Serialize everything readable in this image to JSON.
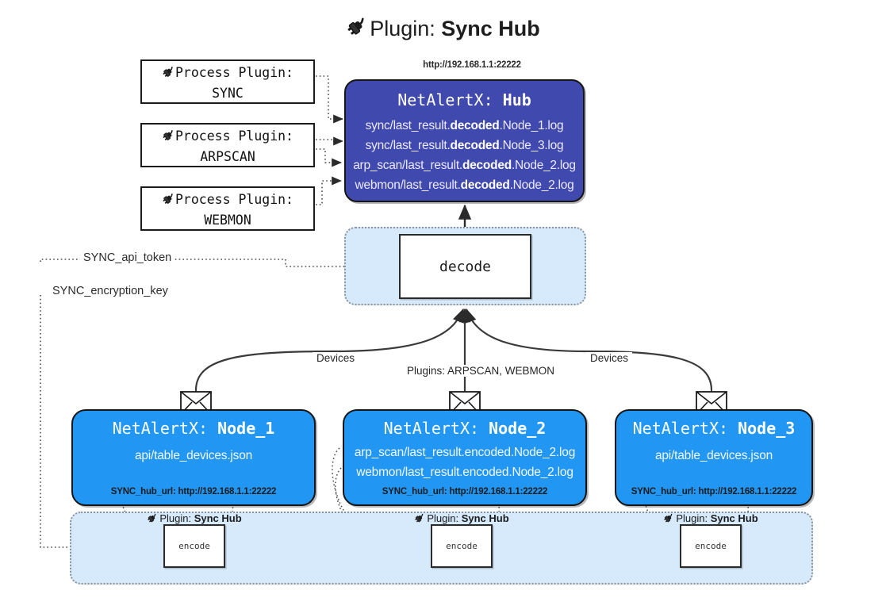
{
  "title": {
    "icon": "plug-icon",
    "prefix": "Plugin: ",
    "name": "Sync Hub"
  },
  "process_plugins": [
    {
      "icon": "plug-icon",
      "label": "Process Plugin:",
      "name": "SYNC"
    },
    {
      "icon": "plug-icon",
      "label": "Process Plugin:",
      "name": "ARPSCAN"
    },
    {
      "icon": "plug-icon",
      "label": "Process Plugin:",
      "name": "WEBMON"
    }
  ],
  "hub": {
    "url": "http://192.168.1.1:22222",
    "title_prefix": "NetAlertX: ",
    "title_name": "Hub",
    "color": "#4049ad",
    "lines": [
      {
        "pre": "sync/last_result.",
        "strong": "decoded",
        "post": ".Node_1.log"
      },
      {
        "pre": "sync/last_result.",
        "strong": "decoded",
        "post": ".Node_3.log"
      },
      {
        "pre": "arp_scan/last_result.",
        "strong": "decoded",
        "post": ".Node_2.log"
      },
      {
        "pre": "webmon/last_result.",
        "strong": "decoded",
        "post": ".Node_2.log"
      }
    ]
  },
  "decode": {
    "label": "decode",
    "cluster_color": "#d6eafb"
  },
  "secrets": {
    "api_token": "SYNC_api_token",
    "encryption_key": "SYNC_encryption_key"
  },
  "edge_labels": {
    "devices_left": "Devices",
    "devices_right": "Devices",
    "plugins_mid": "Plugins: ARPSCAN, WEBMON"
  },
  "nodes": [
    {
      "title_prefix": "NetAlertX: ",
      "title_name": "Node_1",
      "icon": "envelope-icon",
      "color": "#2196f3",
      "lines": [
        "api/table_devices.json"
      ],
      "footer": "SYNC_hub_url: http://192.168.1.1:22222"
    },
    {
      "title_prefix": "NetAlertX: ",
      "title_name": "Node_2",
      "icon": "envelope-icon",
      "color": "#2196f3",
      "lines": [
        "arp_scan/last_result.encoded.Node_2.log",
        "webmon/last_result.encoded.Node_2.log"
      ],
      "footer": "SYNC_hub_url: http://192.168.1.1:22222"
    },
    {
      "title_prefix": "NetAlertX: ",
      "title_name": "Node_3",
      "icon": "envelope-icon",
      "color": "#2196f3",
      "lines": [
        "api/table_devices.json"
      ],
      "footer": "SYNC_hub_url: http://192.168.1.1:22222"
    }
  ],
  "encoders": [
    {
      "icon": "plug-icon",
      "caption_prefix": "Plugin: ",
      "caption_name": "Sync Hub",
      "label": "encode"
    },
    {
      "icon": "plug-icon",
      "caption_prefix": "Plugin: ",
      "caption_name": "Sync Hub",
      "label": "encode"
    },
    {
      "icon": "plug-icon",
      "caption_prefix": "Plugin: ",
      "caption_name": "Sync Hub",
      "label": "encode"
    }
  ]
}
